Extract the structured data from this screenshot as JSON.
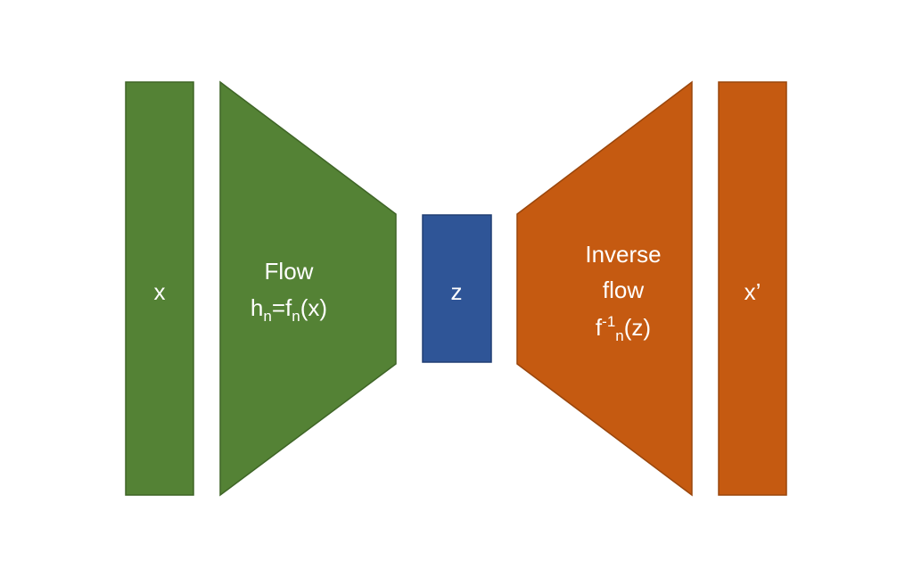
{
  "blocks": {
    "input": {
      "label": "x"
    },
    "flow": {
      "line1": "Flow",
      "line2": {
        "h": "h",
        "h_sub": "n",
        "eq": "=f",
        "f_sub": "n",
        "arg": "(x)"
      }
    },
    "latent": {
      "label": "z"
    },
    "inverse_flow": {
      "line1": "Inverse",
      "line2": "flow",
      "line3": {
        "f": "f",
        "sup": "-1",
        "sub": "n",
        "arg": "(z)"
      }
    },
    "output": {
      "label": "x’"
    }
  },
  "colors": {
    "green": "#548235",
    "green_border": "#3f6527",
    "blue": "#2f5597",
    "blue_border": "#203f73",
    "orange": "#c55a11",
    "orange_border": "#9a460c",
    "text": "#ffffff"
  }
}
